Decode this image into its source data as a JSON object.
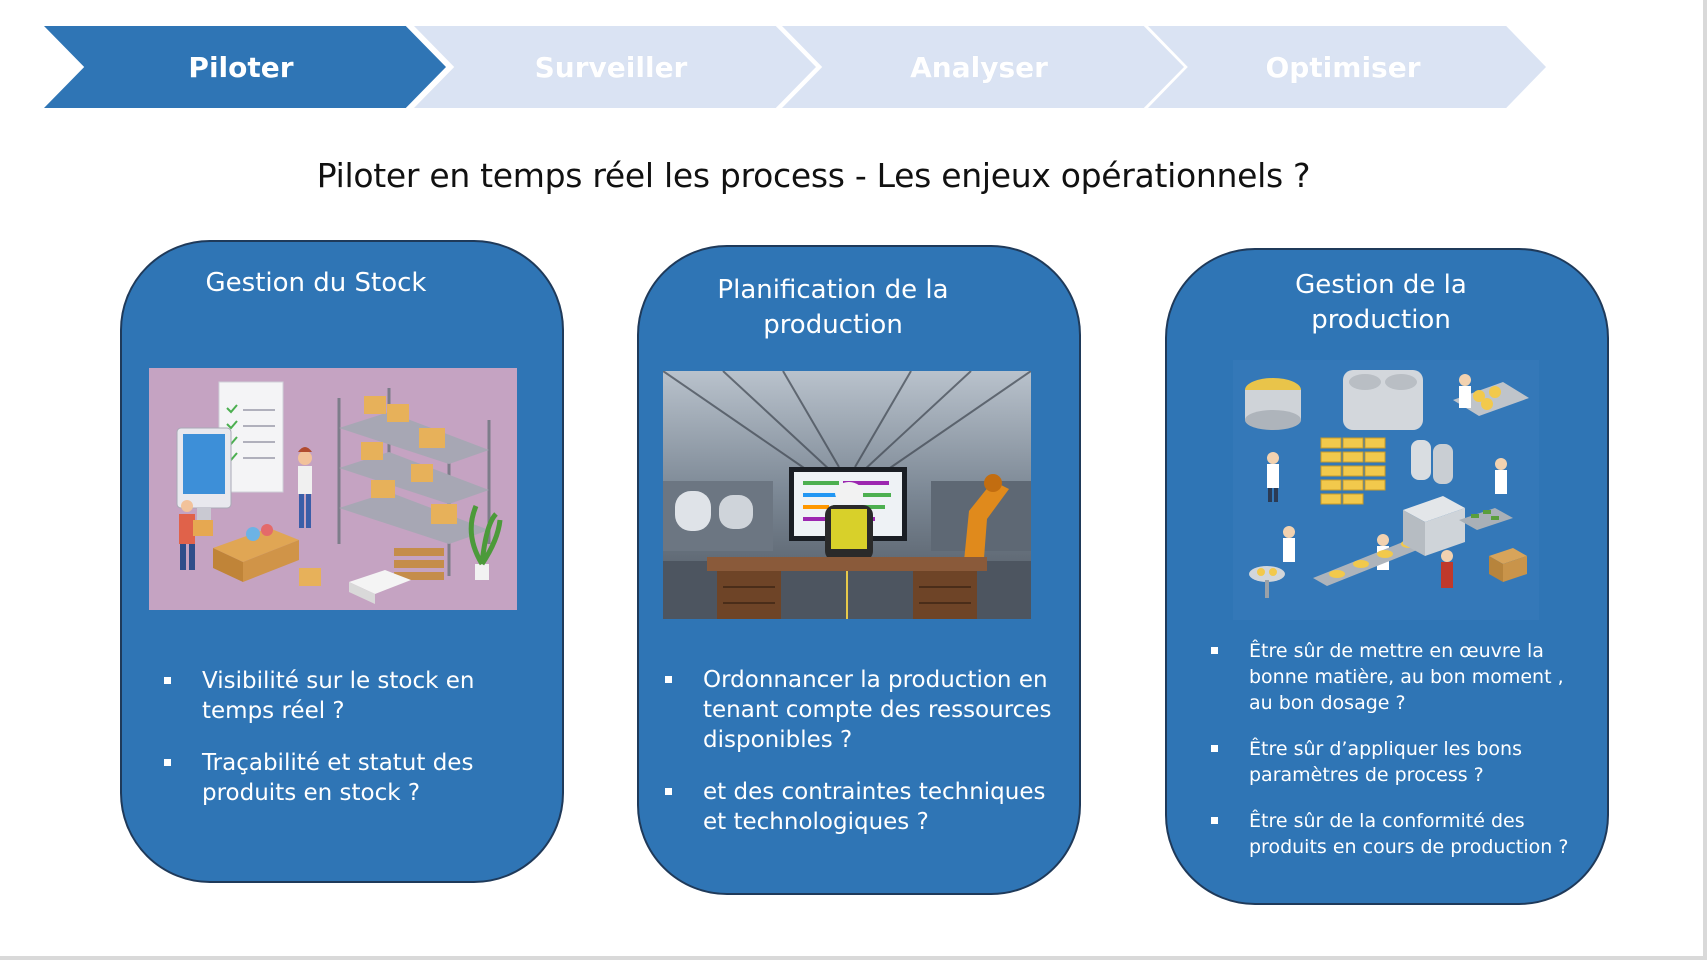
{
  "steps": [
    {
      "label": "Piloter",
      "active": true
    },
    {
      "label": "Surveiller",
      "active": false
    },
    {
      "label": "Analyser",
      "active": false
    },
    {
      "label": "Optimiser",
      "active": false
    }
  ],
  "title": "Piloter en temps réel les process - Les enjeux opérationnels ?",
  "cards": [
    {
      "title": "Gestion du Stock",
      "image": "inventory-warehouse-illustration",
      "bullets": [
        "Visibilité sur le stock en temps réel ?",
        "Traçabilité et statut des produits en stock ?"
      ]
    },
    {
      "title_line1": "Planification de la",
      "title_line2": "production",
      "image": "factory-control-desk-photo",
      "bullets": [
        "Ordonnancer la production en tenant compte des ressources disponibles ?",
        " et des contraintes techniques et technologiques ?"
      ]
    },
    {
      "title_line1": "Gestion de la",
      "title_line2": "production",
      "image": "isometric-food-production-line",
      "bullets": [
        "Être sûr de mettre en œuvre la bonne matière, au bon moment , au bon dosage ?",
        "Être sûr d’appliquer les bons paramètres de process ?",
        "Être sûr de la conformité des produits en cours de production ?"
      ]
    }
  ],
  "colors": {
    "active_step": "#2f75b5",
    "inactive_step": "#dae3f3",
    "card_fill": "#2f75b5",
    "card_border": "#1f3a5a"
  }
}
